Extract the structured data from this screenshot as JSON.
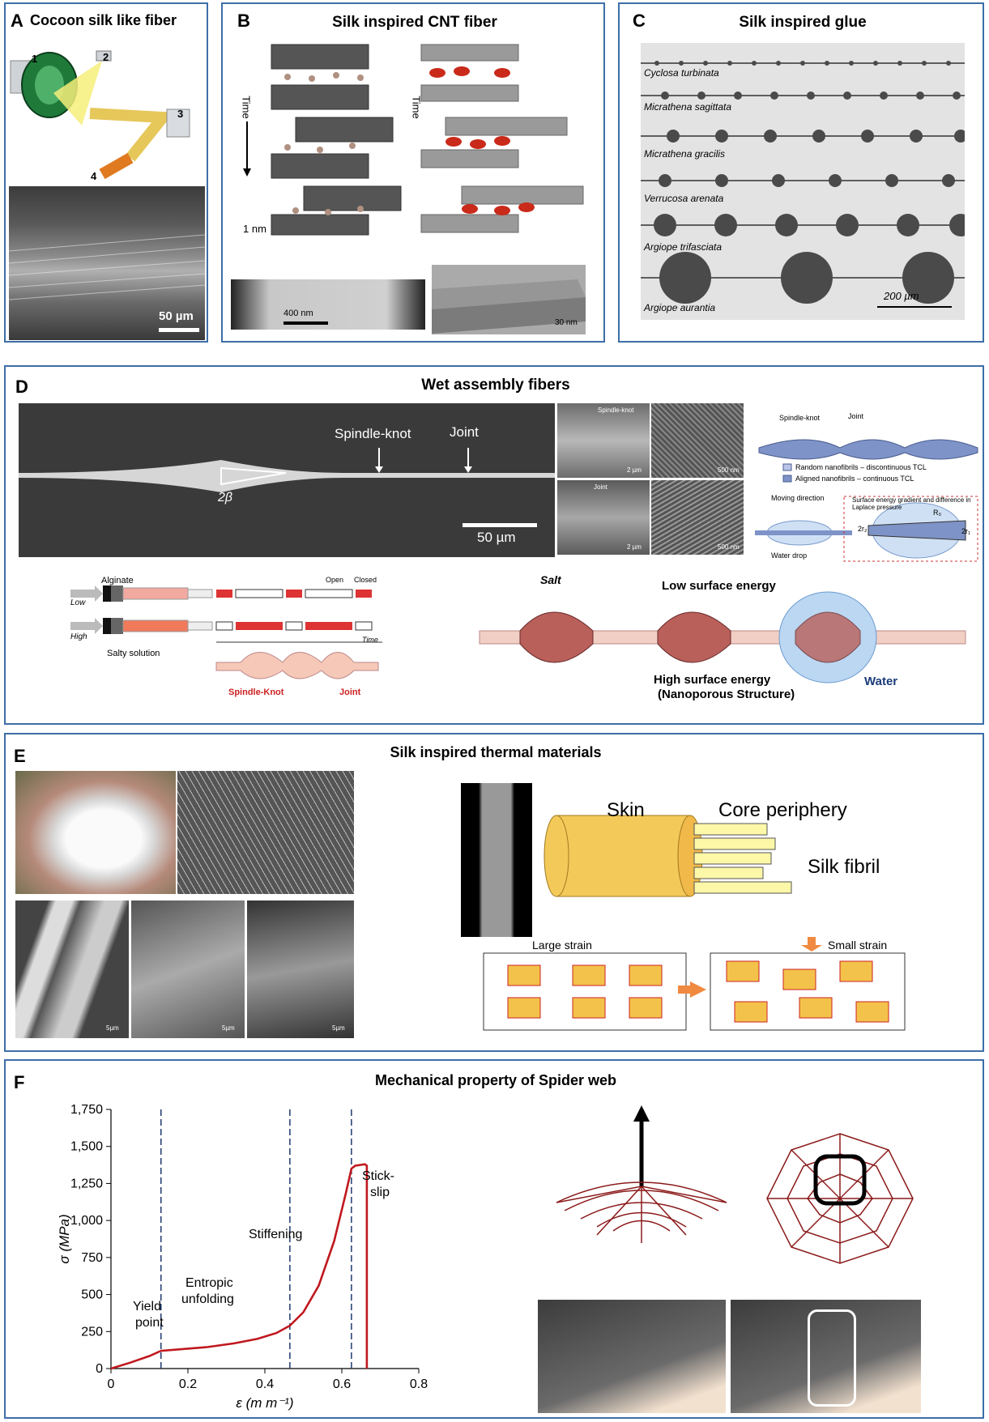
{
  "panels": {
    "A": {
      "letter": "A",
      "title": "Cocoon silk like fiber",
      "steps": [
        "1",
        "2",
        "3",
        "4"
      ],
      "scale": "50 µm"
    },
    "B": {
      "letter": "B",
      "title": "Silk inspired CNT fiber",
      "time_left": "Time",
      "time_right": "Time",
      "scale_nm": "1 nm",
      "scale_400": "400 nm",
      "scale_30": "30 nm"
    },
    "C": {
      "letter": "C",
      "title": "Silk inspired glue",
      "species": [
        "Cyclosa turbinata",
        "Micrathena sagittata",
        "Micrathena gracilis",
        "Verrucosa arenata",
        "Argiope trifasciata",
        "Argiope aurantia"
      ],
      "scale": "200 µm"
    },
    "D": {
      "letter": "D",
      "title": "Wet assembly fibers",
      "spindle_knot": "Spindle-knot",
      "joint": "Joint",
      "angle": "2β",
      "scale": "50 µm",
      "sem_labels": [
        "Spindle-knot",
        "Joint"
      ],
      "sem_scales": [
        "2 µm",
        "500 nm",
        "2 µm",
        "500 nm"
      ],
      "schem_top": {
        "spindle": "Spindle-knot",
        "joint": "Joint",
        "legend1": "Random nanofibrils – discontinuous TCL",
        "legend2": "Aligned nanofibrils – continuous TCL"
      },
      "schem_bottom": {
        "moving": "Moving direction",
        "gradient": "Surface energy gradient and difference in Laplace pressure",
        "water": "Water drop",
        "r0": "R₀",
        "r2": "2r₂",
        "r1": "2r₁"
      },
      "flow": {
        "alginate": "Alginate",
        "low": "Low",
        "high": "High",
        "salty": "Salty solution",
        "open": "Open",
        "closed": "Closed",
        "time": "Time",
        "spindle": "Spindle-Knot",
        "joint": "Joint"
      },
      "energy": {
        "salt": "Salt",
        "low": "Low surface energy",
        "high": "High surface energy",
        "nano": "(Nanoporous Structure)",
        "water": "Water"
      }
    },
    "E": {
      "letter": "E",
      "title": "Silk inspired thermal materials",
      "skin": "Skin",
      "core": "Core periphery",
      "fibril": "Silk fibril",
      "large": "Large strain",
      "small": "Small strain",
      "sem_scales": [
        "5µm",
        "5µm",
        "5µm"
      ]
    },
    "F": {
      "letter": "F",
      "title": "Mechanical property of Spider web",
      "annotations": {
        "yield": [
          "Yield",
          "point"
        ],
        "entropic": [
          "Entropic",
          "unfolding"
        ],
        "stiffening": "Stiffening",
        "stick": [
          "Stick-",
          "slip"
        ]
      }
    }
  },
  "chart_data": {
    "type": "line",
    "title": "",
    "xlabel": "ε (m m⁻¹)",
    "ylabel": "σ (MPa)",
    "xlim": [
      0,
      0.8
    ],
    "ylim": [
      0,
      1750
    ],
    "xticks": [
      "0",
      "0.2",
      "0.4",
      "0.6",
      "0.8"
    ],
    "yticks": [
      "0",
      "250",
      "500",
      "750",
      "1,000",
      "1,250",
      "1,500",
      "1,750"
    ],
    "vlines": [
      0.13,
      0.465,
      0.625
    ],
    "series": [
      {
        "x": [
          0,
          0.05,
          0.1,
          0.13,
          0.18,
          0.25,
          0.32,
          0.38,
          0.43,
          0.465,
          0.5,
          0.54,
          0.58,
          0.61,
          0.625,
          0.635,
          0.66,
          0.665,
          0.665
        ],
        "y": [
          0,
          40,
          85,
          120,
          130,
          145,
          170,
          200,
          240,
          290,
          380,
          560,
          860,
          1180,
          1350,
          1370,
          1380,
          1370,
          0
        ]
      }
    ],
    "grid": false
  }
}
